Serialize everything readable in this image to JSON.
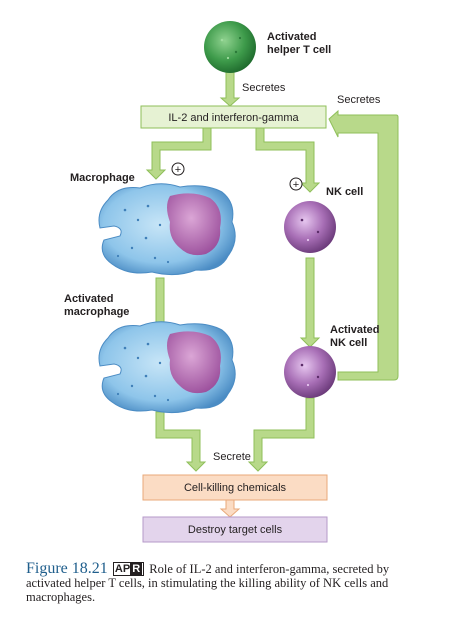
{
  "labels": {
    "helper_t_cell": [
      "Activated",
      "helper T cell"
    ],
    "secretes_top": "Secretes",
    "secretes_right": "Secretes",
    "il2_box": "IL-2 and interferon-gamma",
    "macrophage": "Macrophage",
    "nk_cell": "NK cell",
    "activated_macrophage": [
      "Activated",
      "macrophage"
    ],
    "activated_nk_cell": [
      "Activated",
      "NK cell"
    ],
    "secrete": "Secrete",
    "cell_killing_box": "Cell-killing chemicals",
    "destroy_box": "Destroy target cells",
    "plus_sign": "+"
  },
  "caption": {
    "figure_number": "Figure 18.21",
    "apr_left": "AP",
    "apr_right": "R",
    "text": "Role of IL-2 and interferon-gamma, secreted by activated helper T cells, in stimulating the killing ability of NK cells and macrophages."
  },
  "colors": {
    "arrow_green": "#b8d98a",
    "arrow_outline": "#8fbf5a",
    "il2_box_fill": "#e6f2d3",
    "cell_killing_fill": "#fbdcc4",
    "cell_killing_stroke": "#e8a97a",
    "destroy_fill": "#e3d4ec",
    "destroy_stroke": "#b69ac9",
    "helper_t_cell": "#3d9a4a",
    "macrophage_body": "#8ec5ea",
    "macrophage_nucleus": "#b36fb3",
    "nk_cell": "#9b5fa8",
    "caption_title": "#1f5e8c"
  }
}
